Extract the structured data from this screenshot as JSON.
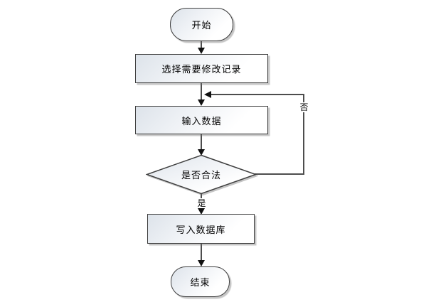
{
  "diagram": {
    "type": "flowchart",
    "background_color": "#ffffff",
    "colors": {
      "node_border": "#3f3f3f",
      "node_fill_top": "#dde3ea",
      "node_fill_bottom": "#ffffff",
      "connector_line": "#4d4d4d",
      "arrowhead": "#111111",
      "text": "#000000",
      "shadow": "rgba(110,110,110,0.40)"
    },
    "nodes": [
      {
        "id": "start",
        "type": "terminator",
        "label": "开始"
      },
      {
        "id": "select",
        "type": "process",
        "label": "选择需要修改记录"
      },
      {
        "id": "input",
        "type": "process",
        "label": "输入数据"
      },
      {
        "id": "decision",
        "type": "decision",
        "label": "是否合法"
      },
      {
        "id": "write",
        "type": "process",
        "label": "写入数据库"
      },
      {
        "id": "end",
        "type": "terminator",
        "label": "结束"
      }
    ],
    "edges": [
      {
        "from": "start",
        "to": "select",
        "label": ""
      },
      {
        "from": "select",
        "to": "input",
        "label": ""
      },
      {
        "from": "input",
        "to": "decision",
        "label": ""
      },
      {
        "from": "decision",
        "to": "write",
        "label": "是"
      },
      {
        "from": "decision",
        "to": "input",
        "label": "否",
        "route": "right-loop"
      },
      {
        "from": "write",
        "to": "end",
        "label": ""
      }
    ],
    "edge_labels": {
      "yes": "是",
      "no": "否"
    }
  }
}
